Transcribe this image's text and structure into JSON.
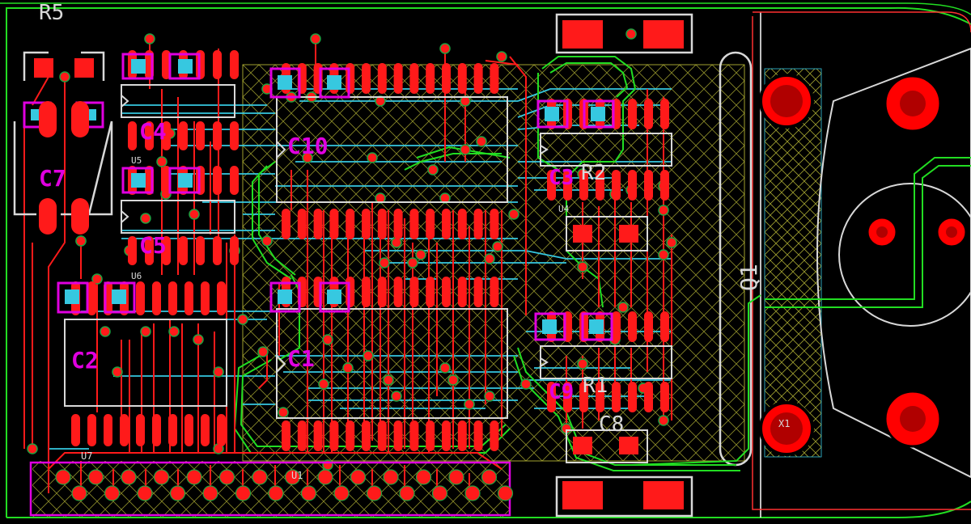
{
  "app": {
    "view": "pcb-layout"
  },
  "colors": {
    "background": "#000000",
    "top_copper": "#ff0000",
    "bottom_copper": "#36c8e0",
    "outline": "#22dd22",
    "silkscreen": "#d8d8d8",
    "component_overlay": "#e000e0",
    "keepout_hatch": "#d8d840",
    "via_ring": "#20a040",
    "board_edge": "#ffffff"
  },
  "designators": {
    "r5": "R5",
    "c7": "C7",
    "c4": "C4",
    "c5": "C5",
    "c2": "C2",
    "c10": "C10",
    "c1": "C1",
    "c3": "C3",
    "r2": "R2",
    "r1": "R1",
    "c8": "C8",
    "c9": "C9",
    "q1": "Q1",
    "x1": "X1",
    "u1": "U1",
    "u4": "U4",
    "u5": "U5",
    "u6": "U6",
    "u7": "U7"
  }
}
